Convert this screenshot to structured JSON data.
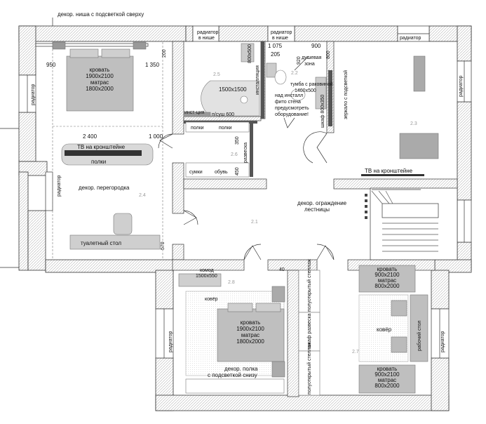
{
  "labels": {
    "niche_decor": "декор. ниша с подсветкой сверху",
    "rad_niche_1a": "радиатор",
    "rad_niche_1b": "в нише",
    "rad_niche_2a": "радиатор",
    "rad_niche_2b": "в нише",
    "radiator": "радиатор",
    "bed1": [
      "кровать",
      "1900x2100",
      "матрас",
      "1800x2000"
    ],
    "bed2": [
      "кровать",
      "1900x2100",
      "матрас",
      "1800x2000"
    ],
    "bed3": [
      "кровать",
      "900x2100",
      "матрас",
      "800x2000"
    ],
    "bed4": [
      "кровать",
      "900x2100",
      "матрас",
      "800x2000"
    ],
    "tv1": "ТВ на кронштейне",
    "shelves": "полки",
    "shelf1": "полки",
    "shelf2": "полки",
    "decor_partition": "декор. перегородка",
    "vanity": "туалетный стол",
    "bath_size": "1500x1500",
    "inst_label": "инст-ция",
    "tub_label": "п/суш 600",
    "installation": "инсталляция",
    "shower": [
      "душевая",
      "зона"
    ],
    "vanity_unit": [
      "тумба с раковиной",
      "1400x500"
    ],
    "install_note": [
      "над инсталл",
      "фито стена",
      "предусмотреть",
      "оборудование!"
    ],
    "mirror": "зеркало с подсветкой",
    "cabinet_800": "шкаф 800x350",
    "bags": "сумки",
    "shoes": "обувь",
    "hanger": "развеска",
    "tv2": "ТВ на кронштейне",
    "stair_rail": [
      "декор. ограждение",
      "лестницы"
    ],
    "dresser": [
      "комод",
      "1500x550"
    ],
    "carpet1": "ковёр",
    "carpet2": "ковёр",
    "shelf_light": [
      "декор. полка",
      "с подсветкой снизу"
    ],
    "semi_open_rack_1": "полуоткрытый стеллаж",
    "semi_open_rack_2": "полуоткрытый стеллаж",
    "wardrobe": "шкаф развеска",
    "desk": "рабочий стол",
    "rooms": {
      "r21": "2.1",
      "r22": "2.2",
      "r23": "2.3",
      "r24": "2.4",
      "r25": "2.5",
      "r26": "2.6",
      "r27": "2.7",
      "r28": "2.8"
    },
    "dims": {
      "d950": "950",
      "d1350": "1 350",
      "d200": "200",
      "d2400": "2 400",
      "d1000": "1 000",
      "d570": "570",
      "d800_500": "800x500",
      "d1075": "1 075",
      "d900": "900",
      "d205": "205",
      "d920": "920",
      "d800": "800",
      "d350": "350",
      "d450": "450",
      "d40": "40"
    }
  },
  "colors": {
    "wall": "#9a9a9a",
    "wall_line": "#333333",
    "furniture": "#bfbfbf",
    "dark": "#555555"
  }
}
